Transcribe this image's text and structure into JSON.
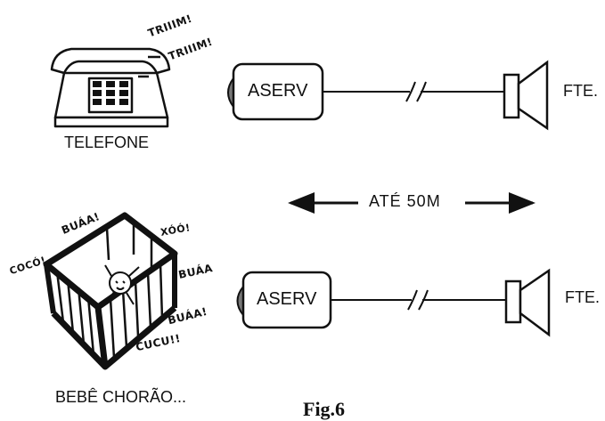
{
  "phone": {
    "caption": "TELEFONE",
    "ring_1": "TRIIIM!",
    "ring_2": "TRIIIM!"
  },
  "baby": {
    "caption": "BEBÊ CHORÃO...",
    "cry_1": "COCÓ!",
    "cry_2": "BUÁA!",
    "cry_3": "XÓÓ!",
    "cry_4": "BUÁA",
    "cry_5": "BUÁA!",
    "cry_6": "CUCU!!"
  },
  "circuit_top": {
    "box_label": "ASERV",
    "speaker_label": "FTE."
  },
  "circuit_bottom": {
    "box_label": "ASERV",
    "speaker_label": "FTE."
  },
  "distance_label": "ATÉ 50M",
  "figure_label": "Fig.6",
  "colors": {
    "ink": "#111111",
    "background": "#ffffff"
  }
}
